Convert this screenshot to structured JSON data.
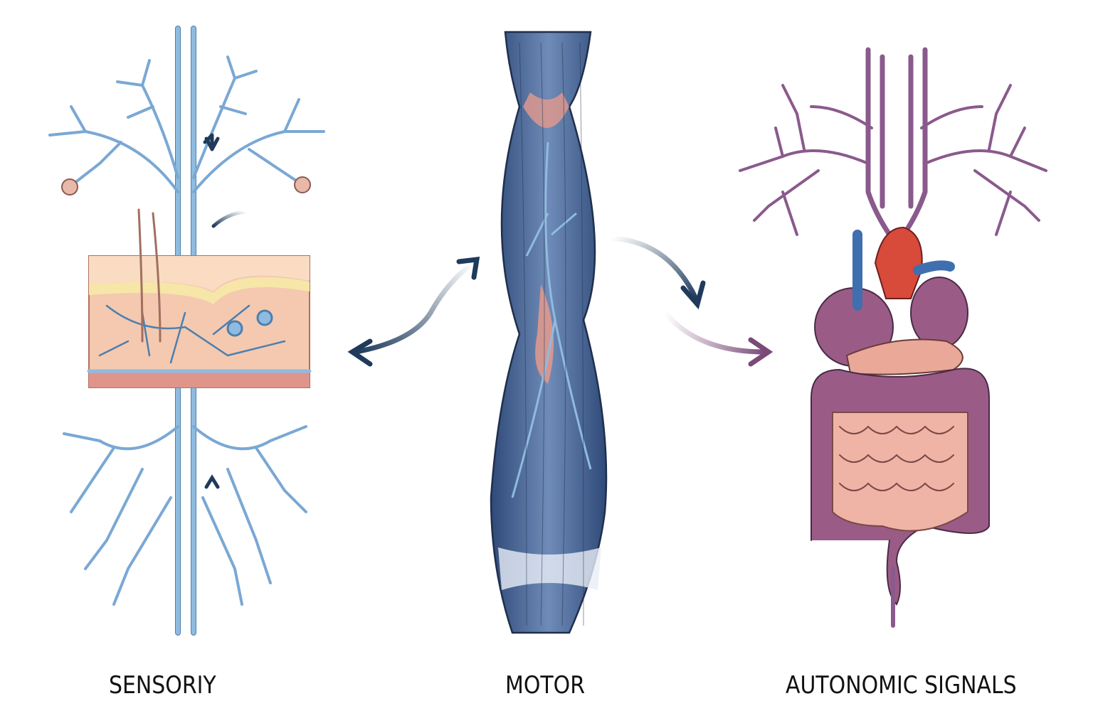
{
  "labels": {
    "sensory": "SENSORIY",
    "motor": "MOTOR",
    "autonomic": "AUTONOMIC SIGNALS"
  },
  "colors": {
    "sensory_nerve": "#8fbbe0",
    "sensory_outline": "#4d7fae",
    "skin": "#f4c9b0",
    "motor_muscle": "#4d6a98",
    "motor_accent": "#e59a8c",
    "autonomic": "#8a5a8c",
    "heart_red": "#d84a3a",
    "heart_blue": "#3f6fae",
    "intestine": "#f0b4a6",
    "arrow_dark": "#1f3a5c",
    "arrow_purple": "#7a4a78"
  }
}
